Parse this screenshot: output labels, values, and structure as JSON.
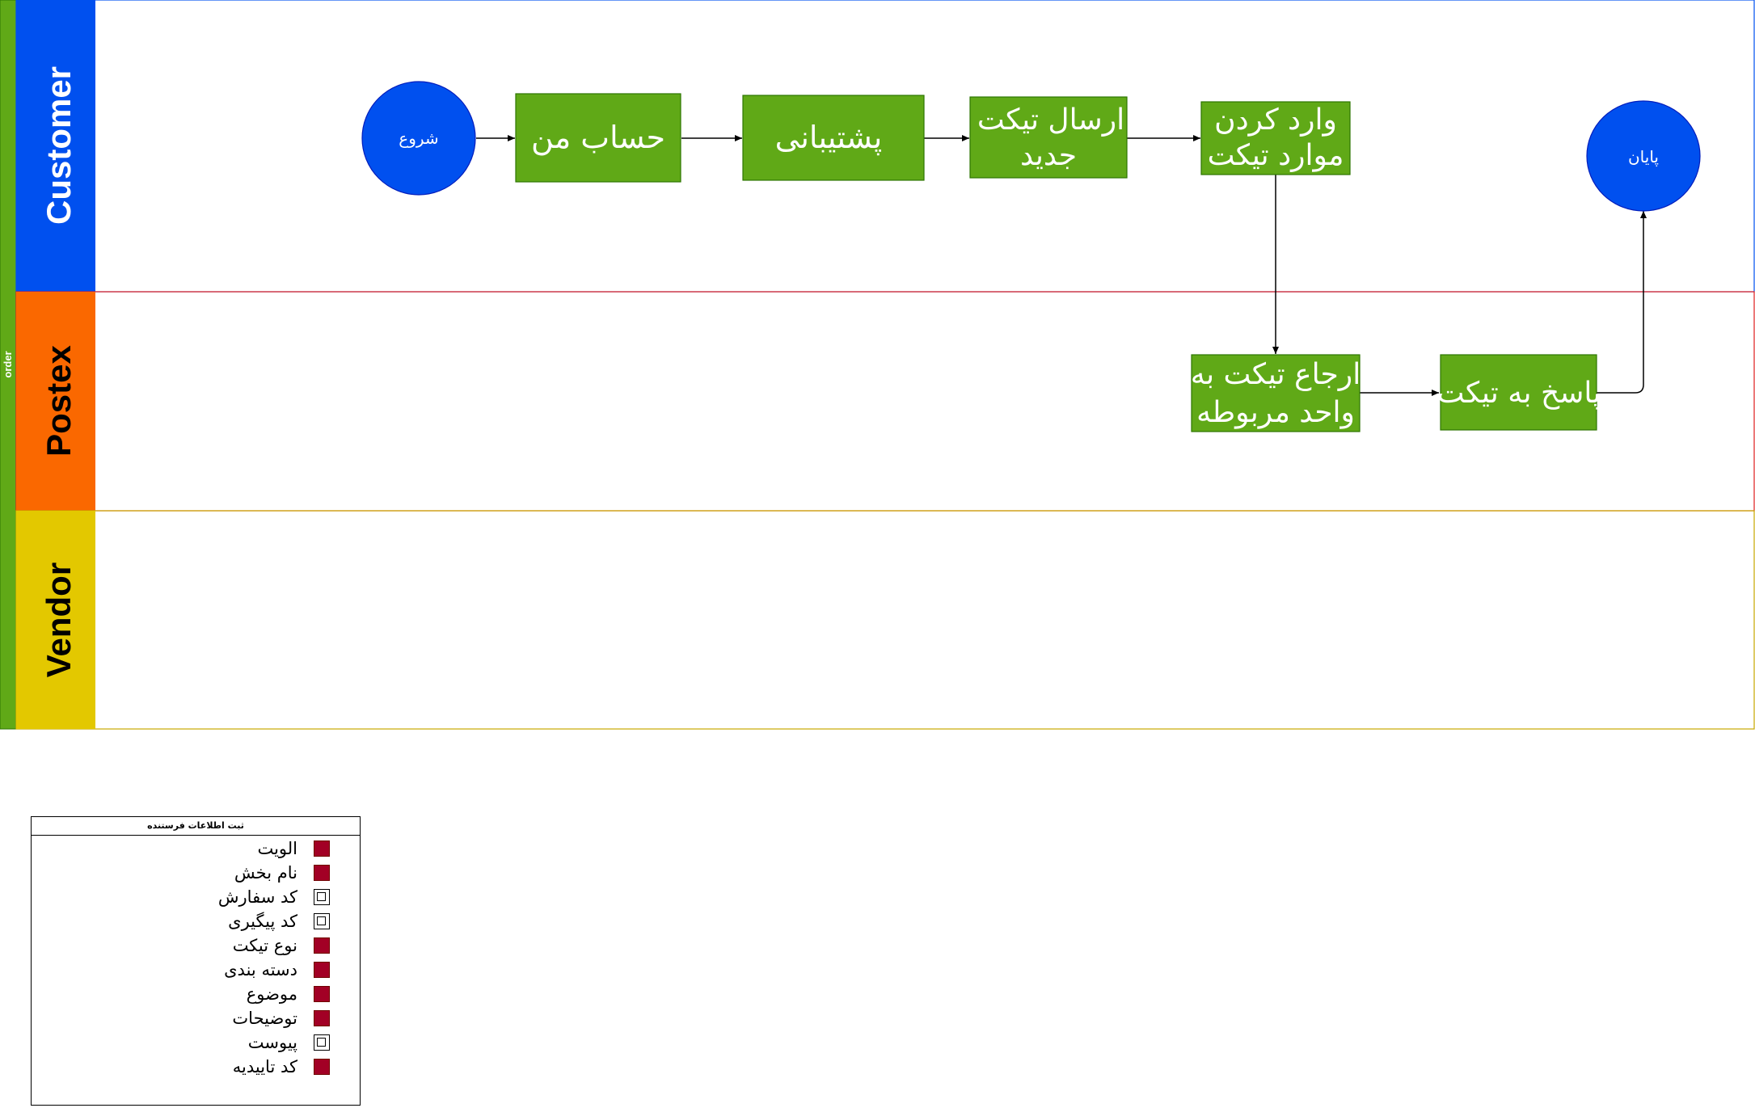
{
  "pool": {
    "label": "order"
  },
  "lanes": [
    {
      "id": "customer",
      "label": "Customer",
      "header_color": "#0050ef",
      "text_color": "#ffffff",
      "border_color": "#0050ef"
    },
    {
      "id": "postex",
      "label": "Postex",
      "header_color": "#fa6800",
      "text_color": "#000000",
      "border_color": "#e02020"
    },
    {
      "id": "vendor",
      "label": "Vendor",
      "header_color": "#e3c800",
      "text_color": "#000000",
      "border_color": "#c8a800"
    }
  ],
  "nodes": {
    "start": {
      "label": "شروع",
      "shape": "circle",
      "color": "#0050ef"
    },
    "my_account": {
      "label": "حساب من",
      "shape": "rect",
      "color": "#60a917"
    },
    "support": {
      "label": "پشتیبانی",
      "shape": "rect",
      "color": "#60a917"
    },
    "new_ticket": {
      "lines": [
        "ارسال تیکت",
        "جدید"
      ],
      "shape": "rect",
      "color": "#60a917"
    },
    "enter_ticket": {
      "lines": [
        "وارد کردن",
        "موارد تیکت"
      ],
      "shape": "rect",
      "color": "#60a917"
    },
    "refer_ticket": {
      "lines": [
        "ارجاع تیکت به",
        "واحد مربوطه"
      ],
      "shape": "rect",
      "color": "#60a917"
    },
    "answer_ticket": {
      "label": "پاسخ به تیکت",
      "shape": "rect",
      "color": "#60a917"
    },
    "end": {
      "label": "پایان",
      "shape": "circle",
      "color": "#0050ef"
    }
  },
  "legend": {
    "title": "ثبت اطلاعات فرستنده",
    "items": [
      {
        "label": "الویت",
        "checked": true
      },
      {
        "label": "نام بخش",
        "checked": true
      },
      {
        "label": "کد سفارش",
        "checked": false
      },
      {
        "label": "کد پیگیری",
        "checked": false
      },
      {
        "label": "نوع تیکت",
        "checked": true
      },
      {
        "label": "دسته بندی",
        "checked": true
      },
      {
        "label": "موضوع",
        "checked": true
      },
      {
        "label": "توضیحات",
        "checked": true
      },
      {
        "label": "پیوست",
        "checked": false
      },
      {
        "label": "کد تاییدیه",
        "checked": true
      }
    ]
  }
}
